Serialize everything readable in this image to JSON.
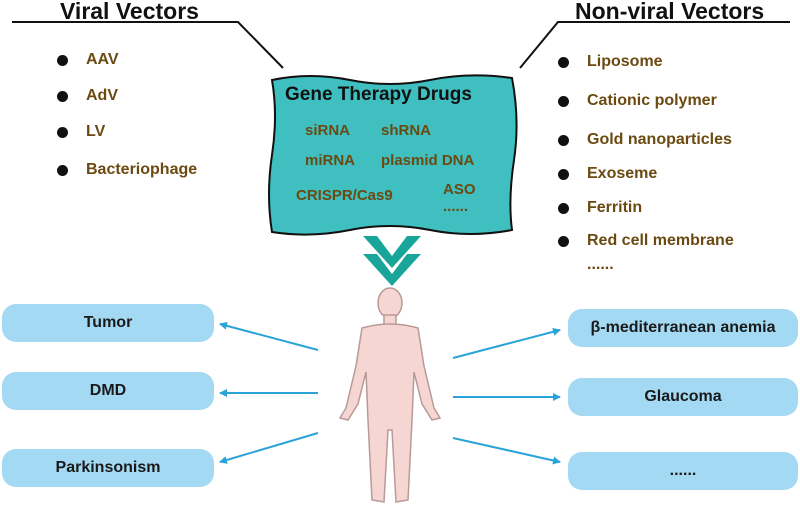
{
  "viral": {
    "heading": "Viral Vectors",
    "items": [
      "AAV",
      "AdV",
      "LV",
      "Bacteriophage"
    ]
  },
  "nonviral": {
    "heading": "Non-viral Vectors",
    "items": [
      "Liposome",
      "Cationic polymer",
      "Gold nanoparticles",
      "Exoseme",
      "Ferritin",
      "Red cell membrane"
    ],
    "more": "......"
  },
  "drugs": {
    "title": "Gene Therapy Drugs",
    "items": [
      "siRNA",
      "shRNA",
      "miRNA",
      "plasmid DNA",
      "CRISPR/Cas9",
      "ASO"
    ],
    "more": "......"
  },
  "diseases_left": [
    "Tumor",
    "DMD",
    "Parkinsonism"
  ],
  "diseases_right": [
    "β-mediterranean anemia",
    "Glaucoma",
    "......"
  ],
  "colors": {
    "drug_box_fill": "#3fbfbf",
    "chevron": "#1aa59a",
    "pill_fill": "#a3d9f2",
    "arrow": "#2aa3d8",
    "body_fill": "#f6d6d2",
    "body_stroke": "#b89a96",
    "item_text": "#6b4a12"
  },
  "icons": {
    "human": "human-body-icon",
    "chevron": "double-chevron-down-icon"
  }
}
